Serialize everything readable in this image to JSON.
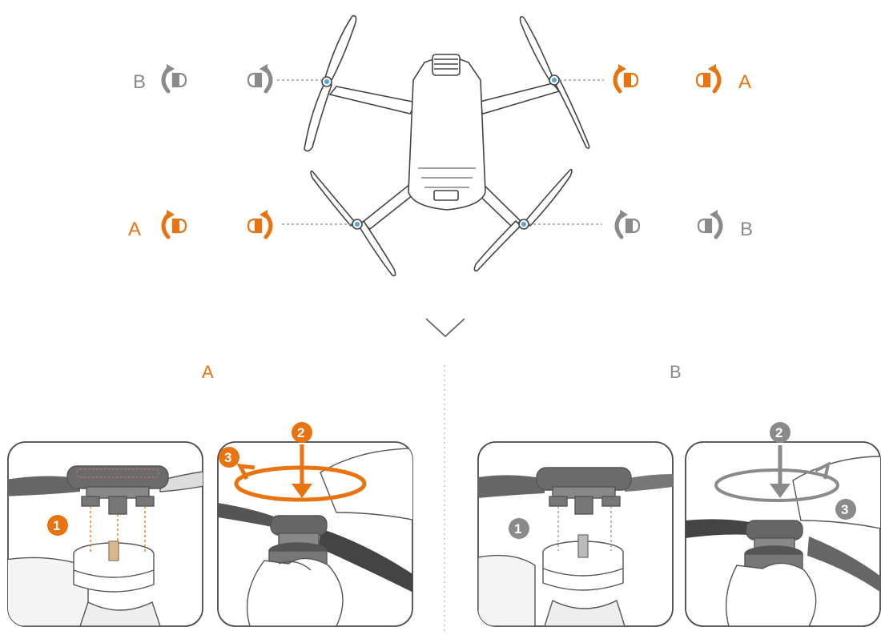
{
  "colors": {
    "orange": "#e8730f",
    "gray": "#8a8a8a",
    "outline": "#5a5a5a",
    "panel_border": "#4a4a4a",
    "drone_line": "#444444",
    "motor_dot": "#4aa8e0"
  },
  "top": {
    "labels": {
      "front_left": "B",
      "front_right": "A",
      "rear_left": "A",
      "rear_right": "B"
    }
  },
  "divider_icon": "chevron-down-icon",
  "section_a": {
    "title": "A",
    "color": "orange",
    "steps": [
      "1",
      "2",
      "3"
    ]
  },
  "section_b": {
    "title": "B",
    "color": "gray",
    "steps": [
      "1",
      "2",
      "3"
    ]
  }
}
